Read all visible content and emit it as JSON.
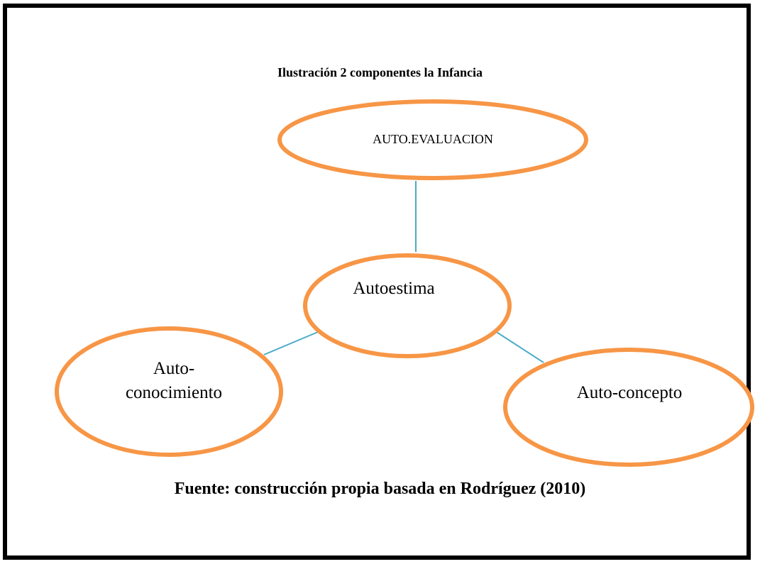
{
  "caption": "Ilustración 2 componentes la Infancia",
  "source": "Fuente: construcción propia basada en Rodríguez (2010)",
  "nodes": {
    "top": {
      "label": "AUTO.EVALUACION"
    },
    "center": {
      "label": "Autoestima"
    },
    "left": {
      "label_line1": "Auto-",
      "label_line2": "conocimiento"
    },
    "right": {
      "label": "Auto-concepto"
    }
  },
  "colors": {
    "node_outline": "#F79646",
    "connector": "#4BACC6",
    "frame": "#000000"
  }
}
